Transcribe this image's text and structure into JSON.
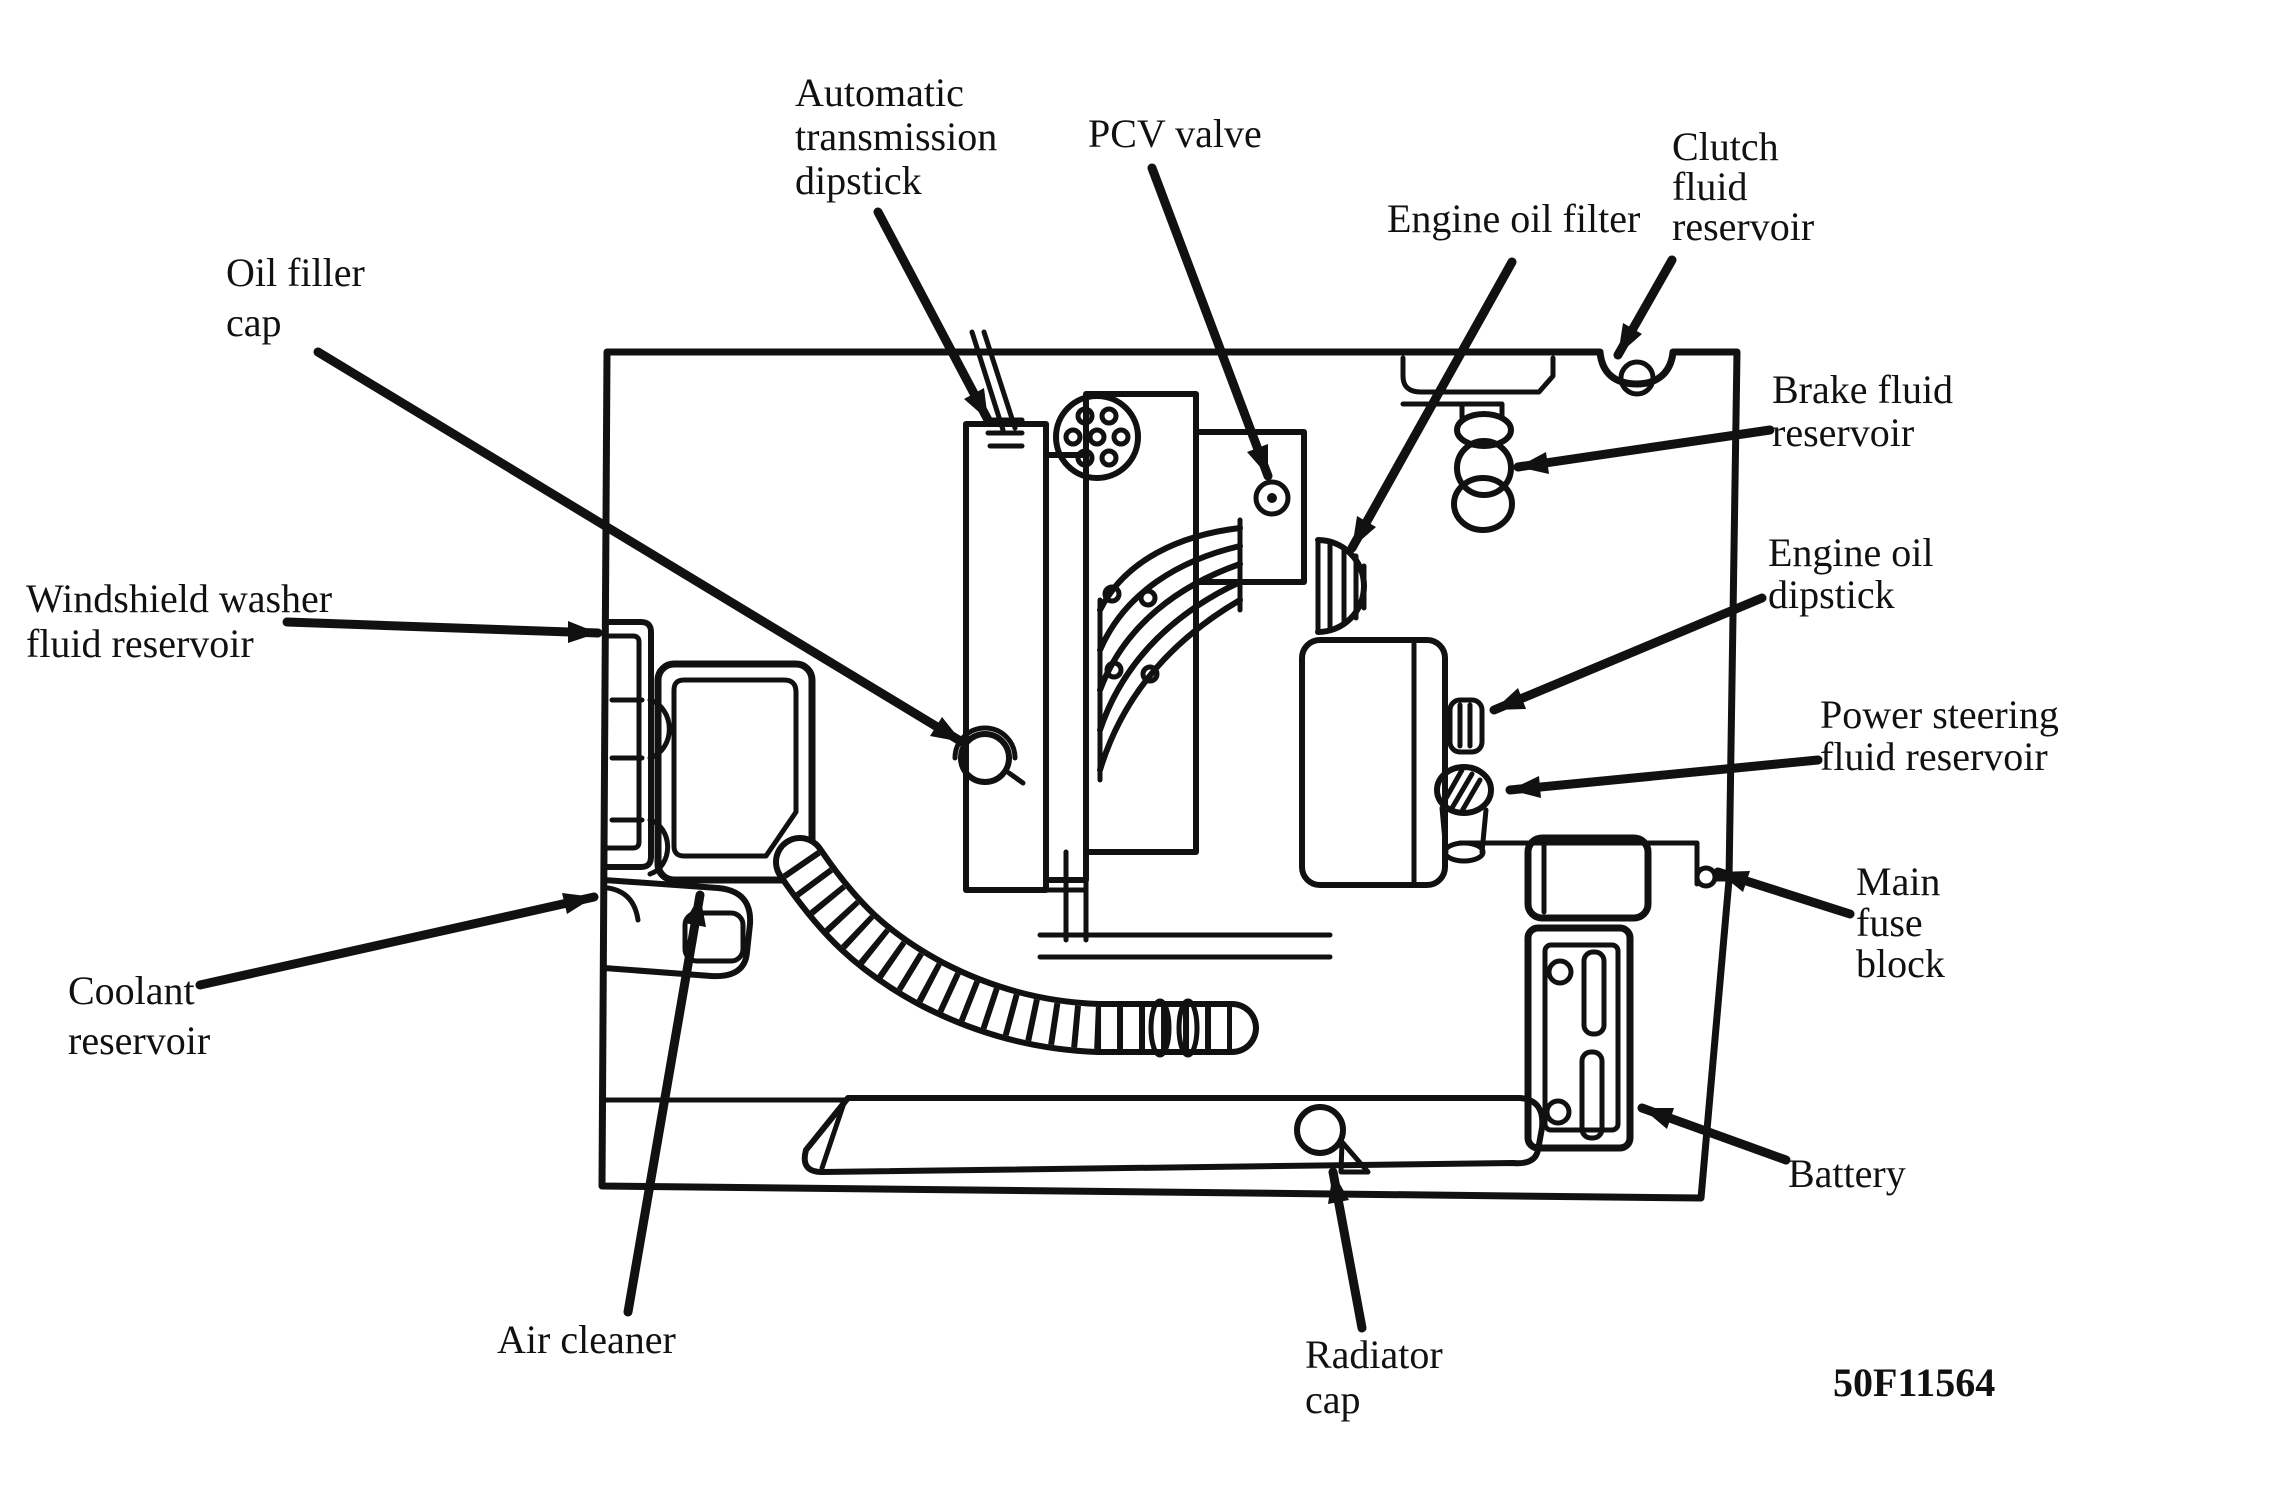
{
  "figure": {
    "kind": "engine-compartment-component-diagram",
    "code": "50F11564",
    "background_color": "#ffffff",
    "line_color": "#111111"
  },
  "labels": {
    "oil_filler_cap": {
      "lines": [
        "Oil filler",
        "cap"
      ]
    },
    "automatic_transmission_dipstick": {
      "lines": [
        "Automatic",
        "transmission",
        "dipstick"
      ]
    },
    "pcv_valve": {
      "lines": [
        "PCV valve"
      ]
    },
    "engine_oil_filter": {
      "lines": [
        "Engine oil filter"
      ]
    },
    "clutch_fluid_reservoir": {
      "lines": [
        "Clutch",
        "fluid",
        "reservoir"
      ]
    },
    "brake_fluid_reservoir": {
      "lines": [
        "Brake fluid",
        "reservoir"
      ]
    },
    "engine_oil_dipstick": {
      "lines": [
        "Engine oil",
        "dipstick"
      ]
    },
    "power_steering_fluid_reservoir": {
      "lines": [
        "Power steering",
        "fluid reservoir"
      ]
    },
    "main_fuse_block": {
      "lines": [
        "Main",
        "fuse",
        "block"
      ]
    },
    "battery": {
      "lines": [
        "Battery"
      ]
    },
    "radiator_cap": {
      "lines": [
        "Radiator",
        "cap"
      ]
    },
    "air_cleaner": {
      "lines": [
        "Air cleaner"
      ]
    },
    "coolant_reservoir": {
      "lines": [
        "Coolant",
        "reservoir"
      ]
    },
    "windshield_washer_fluid_reservoir": {
      "lines": [
        "Windshield washer",
        "fluid reservoir"
      ]
    }
  }
}
